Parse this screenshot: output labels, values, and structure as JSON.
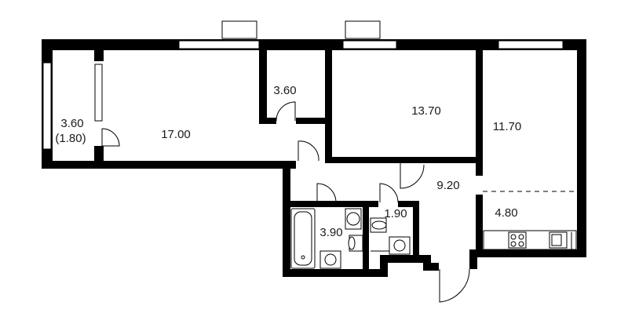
{
  "plan": {
    "rooms": [
      {
        "id": "balcony",
        "area": "3.60",
        "secondary": "(1.80)"
      },
      {
        "id": "living-room",
        "area": "17.00"
      },
      {
        "id": "closet",
        "area": "3.60"
      },
      {
        "id": "bedroom",
        "area": "13.70"
      },
      {
        "id": "bedroom-2",
        "area": "11.70"
      },
      {
        "id": "hall",
        "area": "9.20"
      },
      {
        "id": "kitchen",
        "area": "4.80"
      },
      {
        "id": "bathroom",
        "area": "3.90"
      },
      {
        "id": "toilet",
        "area": "1.90"
      }
    ],
    "colors": {
      "wall": "#000000",
      "background": "#ffffff",
      "text": "#1a1a1a"
    }
  }
}
